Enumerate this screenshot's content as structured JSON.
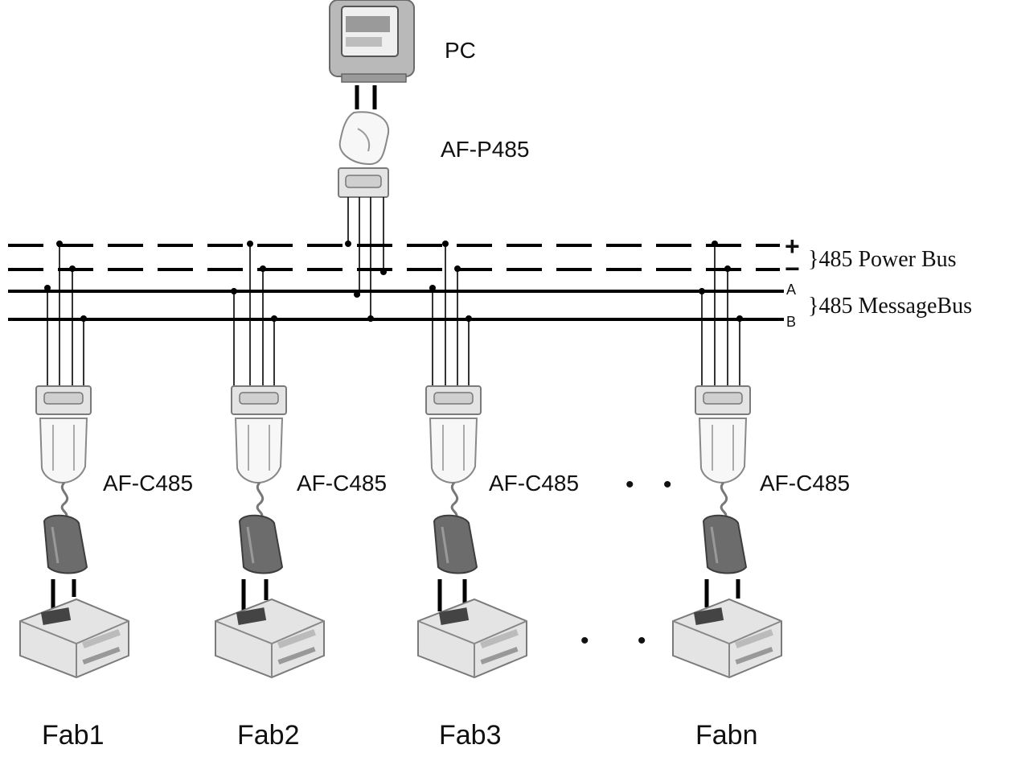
{
  "top": {
    "pc_label": "PC",
    "adapter_label": "AF-P485"
  },
  "buses": {
    "plus_symbol": "+",
    "minus_symbol": "−",
    "a_label": "A",
    "b_label": "B",
    "power_bus_label": "}485 Power Bus",
    "message_bus_label": "}485 MessageBus"
  },
  "nodes": [
    {
      "converter_label": "AF-C485",
      "device_label": "Fab1"
    },
    {
      "converter_label": "AF-C485",
      "device_label": "Fab2"
    },
    {
      "converter_label": "AF-C485",
      "device_label": "Fab3"
    },
    {
      "converter_label": "AF-C485",
      "device_label": "Fabn"
    }
  ],
  "ellipsis": {
    "converters": "• •",
    "devices": "• •"
  },
  "icons": {
    "pc": "monitor-icon",
    "adapter": "dongle-icon",
    "converter": "connector-icon",
    "plug": "plug-icon",
    "device": "terminal-device-icon"
  }
}
